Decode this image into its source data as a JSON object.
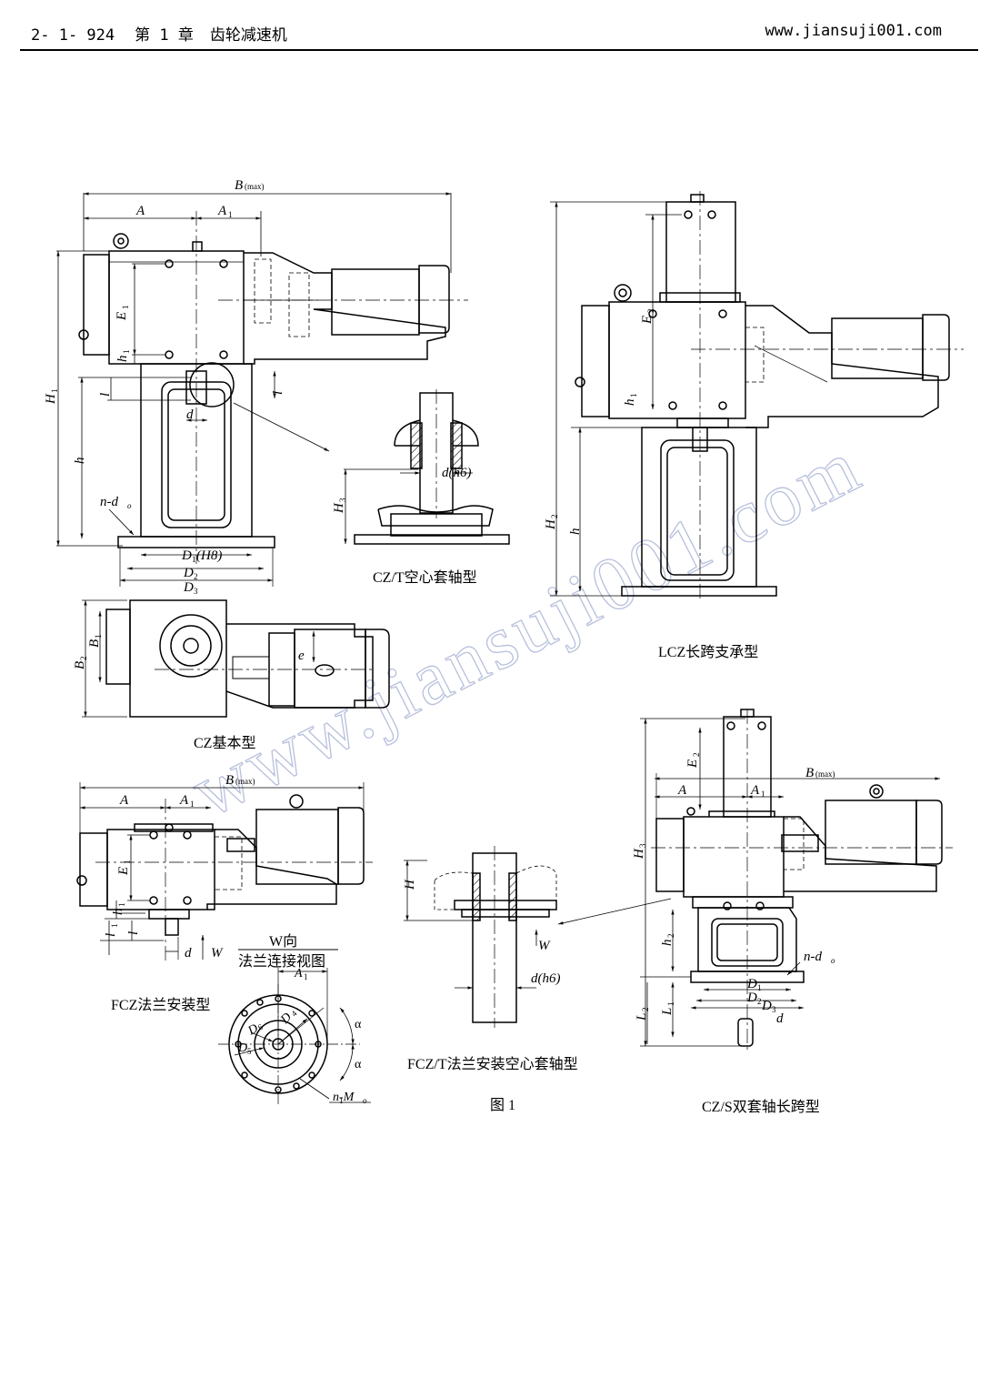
{
  "header": {
    "page_number": "2- 1- 924",
    "chapter": "第 1 章",
    "chapter_title": "齿轮减速机",
    "website": "www.jiansuji001.com"
  },
  "watermark": "www.jiansuji001.com",
  "figure": {
    "caption": "图 1",
    "views": {
      "cz_basic": "CZ基本型",
      "cz_t": "CZ/T空心套轴型",
      "lcz": "LCZ长跨支承型",
      "fcz": "FCZ法兰安装型",
      "fcz_t": "FCZ/T法兰安装空心套轴型",
      "cz_s": "CZ/S双套轴长跨型",
      "w_view_title": "W向",
      "w_view_subtitle": "法兰连接视图"
    },
    "dims": {
      "B_max": "B",
      "max_sub": "(max)",
      "A": "A",
      "A1": "A",
      "E1": "E",
      "E2": "E",
      "h1": "h",
      "l": "l",
      "l1": "l",
      "H1": "H",
      "H2": "H",
      "H3": "H",
      "H": "H",
      "h": "h",
      "h2": "h",
      "d": "d",
      "d_h6": "d(h6)",
      "n_do": "n-d",
      "D1_H8": "D",
      "H8": "(H8)",
      "D1": "D",
      "D2": "D",
      "D3": "D",
      "D4": "D",
      "D5": "D",
      "D6": "D",
      "B1": "B",
      "B2": "B",
      "e": "e",
      "W": "W",
      "alpha": "α",
      "L1": "L",
      "L2": "L",
      "n1_Mo": "n-M"
    }
  }
}
